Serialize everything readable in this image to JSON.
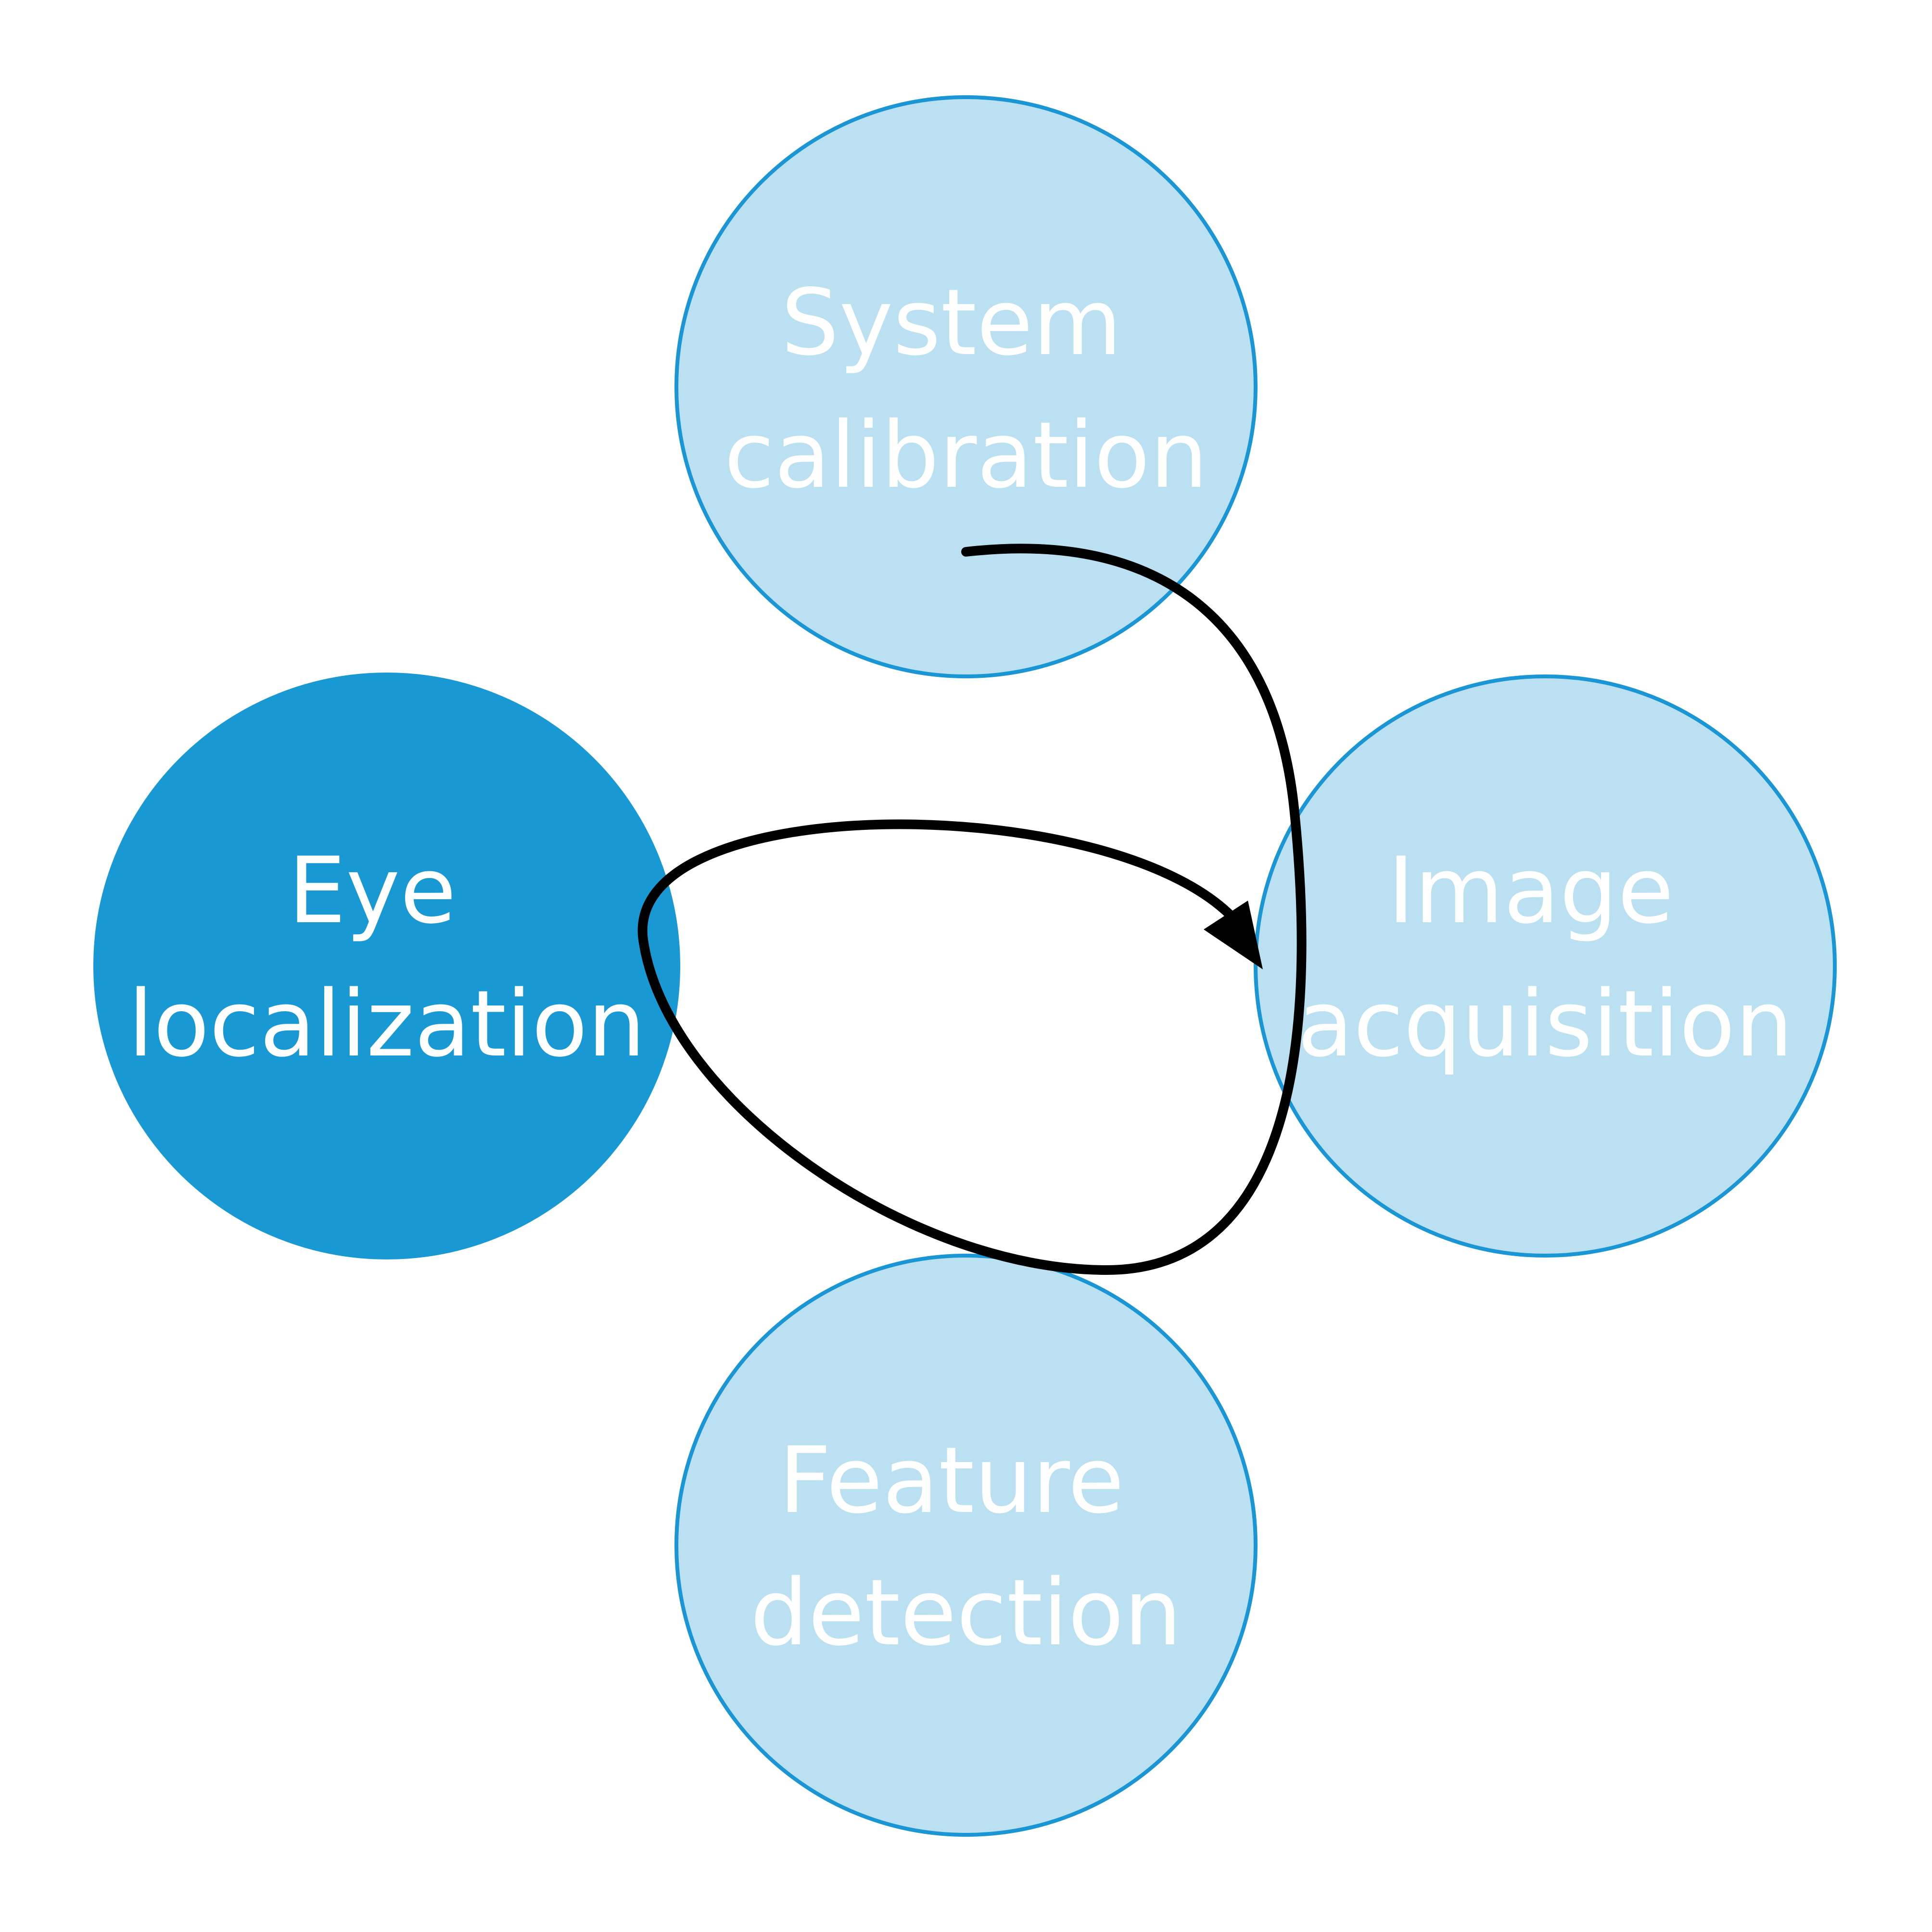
{
  "diagram": {
    "colors": {
      "background": "#ffffff",
      "node_active_fill": "#1899d4",
      "node_inactive_fill": "#bbe0f1",
      "node_stroke": "#1a96d4",
      "label": "#ffffff",
      "arrow": "#000000"
    },
    "nodes": [
      {
        "id": "system-calibration",
        "state": "inactive",
        "label_lines": [
          "System",
          "calibration"
        ]
      },
      {
        "id": "eye-localization",
        "state": "active",
        "label_lines": [
          "Eye",
          "localization"
        ]
      },
      {
        "id": "image-acquisition",
        "state": "inactive",
        "label_lines": [
          "Image",
          "acquisition"
        ]
      },
      {
        "id": "feature-detection",
        "state": "inactive",
        "label_lines": [
          "Feature",
          "detection"
        ]
      }
    ],
    "edges": [
      {
        "from": "system-calibration",
        "to": "image-acquisition",
        "route": "loop via feature-detection and eye-localization"
      }
    ]
  }
}
